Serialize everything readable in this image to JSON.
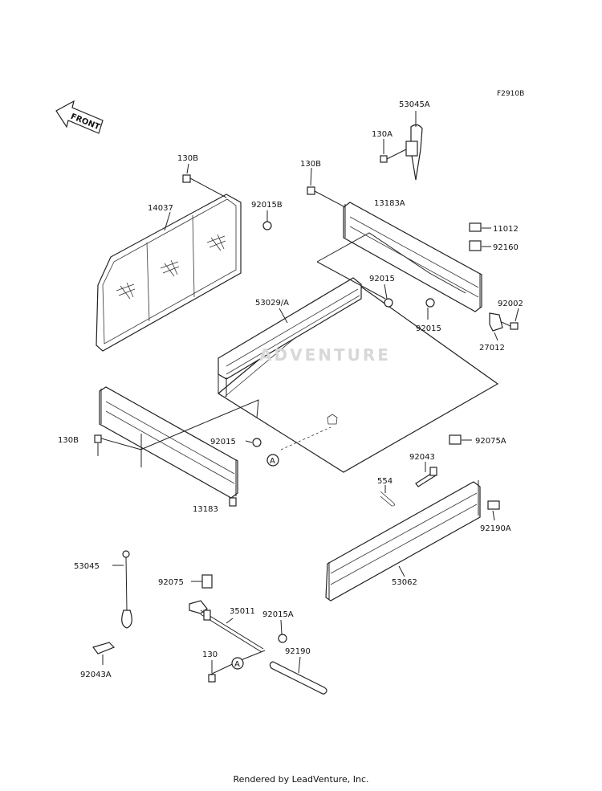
{
  "figure_code": "F2910B",
  "footer": "Rendered by LeadVenture, Inc.",
  "watermark": "ADVENTURE",
  "front_arrow": "FRONT",
  "callouts": {
    "p53045A": "53045A",
    "p130A": "130A",
    "p130B_top_left": "130B",
    "p130B_top_right": "130B",
    "p92015B": "92015B",
    "p14037": "14037",
    "p13183A": "13183A",
    "p11012": "11012",
    "p92160": "92160",
    "p92015_top": "92015",
    "p53029A": "53029/A",
    "p92015_mid": "92015",
    "p92002": "92002",
    "p27012": "27012",
    "p130B_left": "130B",
    "p92015_low": "92015",
    "p92075A": "92075A",
    "p92043": "92043",
    "p554": "554",
    "p13183": "13183",
    "p92190A": "92190A",
    "p53045": "53045",
    "p92075": "92075",
    "p35011": "35011",
    "p92015A": "92015A",
    "p53062": "53062",
    "p130": "130",
    "p92190": "92190",
    "p92043A": "92043A",
    "ref_A_1": "A",
    "ref_A_2": "A"
  }
}
